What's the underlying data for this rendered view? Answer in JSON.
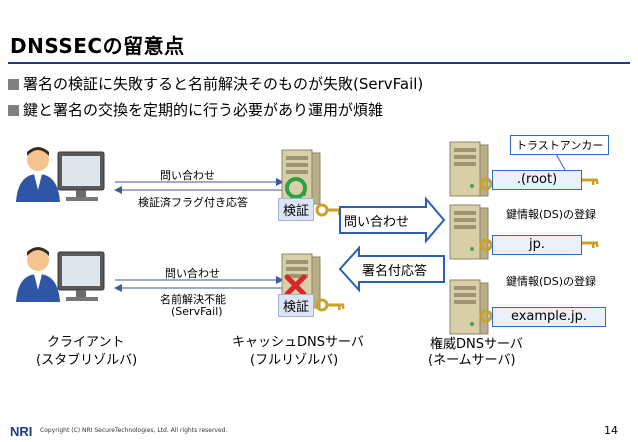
{
  "title": "DNSSECの留意点",
  "bullets": [
    "署名の検証に失敗すると名前解決そのものが失敗(ServFail)",
    "鍵と署名の交換を定期的に行う必要があり運用が煩雑"
  ],
  "top_flow": {
    "query_label": "問い合わせ",
    "response_label": "検証済フラグ付き応答",
    "verify_label": "検証"
  },
  "bottom_flow": {
    "query_label": "問い合わせ",
    "response_label_1": "名前解決不能",
    "response_label_2": "(ServFail)",
    "verify_label": "検証"
  },
  "big_arrows": {
    "right_label": "問い合わせ",
    "left_label": "署名付応答"
  },
  "authority": {
    "trust_anchor": "トラストアンカー",
    "zones": [
      ".(root)",
      "jp.",
      "example.jp."
    ],
    "ds_registration": [
      "鍵情報(DS)の登録",
      "鍵情報(DS)の登録"
    ]
  },
  "captions": {
    "client": [
      "クライアント",
      "(スタブリゾルバ)"
    ],
    "cache": [
      "キャッシュDNSサーバ",
      "(フルリゾルバ)"
    ],
    "authoritative": [
      "権威DNSサーバ",
      "(ネームサーバ)"
    ]
  },
  "footer": {
    "copyright": "Copyright (C) NRI SecureTechnologies, Ltd. All rights reserved.",
    "page": "14"
  },
  "colors": {
    "title_rule": "#1f3b8f",
    "bullet_square": "#808080",
    "ok_mark": "#2ea043",
    "ng_mark": "#d9262a",
    "arrow_fill": "#ffffff",
    "arrow_stroke": "#2b5fb4",
    "key": "#c9a227"
  },
  "icons": [
    "person-computer-icon",
    "server-icon",
    "key-icon",
    "circle-ok-icon",
    "cross-ng-icon",
    "nri-logo-icon"
  ]
}
